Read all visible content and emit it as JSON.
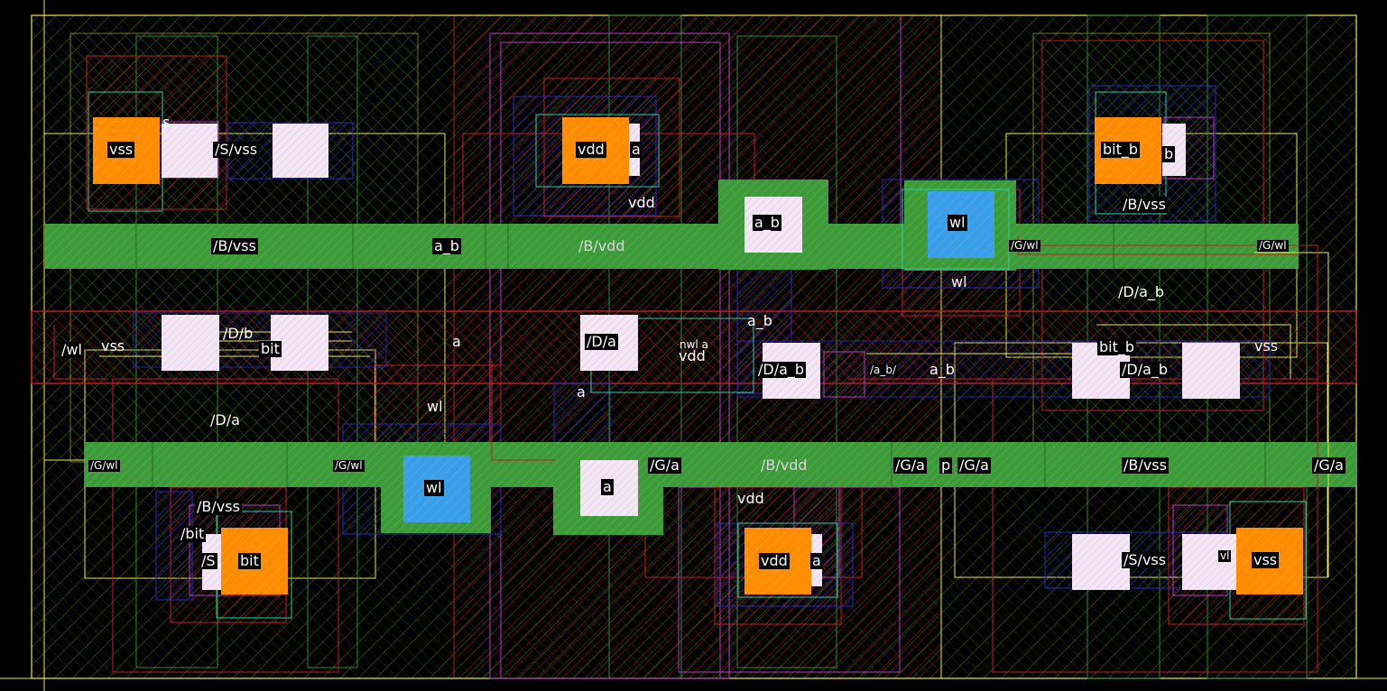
{
  "colors": {
    "background": "#000000",
    "cell_outline": "#e8e84a",
    "nwell": "#2f8a2f",
    "poly": "#c02020",
    "metal1": "#2a2ab8",
    "contact": "#f4e6f4",
    "pin_vss_vdd": "#ff8c00",
    "pin_wl": "#3a9ee8",
    "magenta": "#b040c0",
    "cyan_green": "#2ad0a0"
  },
  "labels": {
    "vss_top_pin": "vss",
    "s_top": "s",
    "s_vss_top": "/S/vss",
    "vdd_top_pin": "vdd",
    "vdd_top_a": "a",
    "vdd_top_text": "vdd",
    "a_b_pin": "a_b",
    "wl_top_pin": "wl",
    "bit_b_pin": "bit_b",
    "b_top": "b",
    "b_vss_top": "/B/vss",
    "b_vss_band1": "/B/vss",
    "a_b_band1": "a_b",
    "b_vdd_band1": "/B/vdd",
    "g_wl_band1": "/G/wl",
    "g_wl_right": "/G/wl",
    "wl_text_top": "wl",
    "d_a_b_upper": "/D/a_b",
    "wl_left": "/wl",
    "vss_left": "vss",
    "d_b_mid": "/D/b",
    "bit_mid": "bit",
    "a_mid": "a",
    "d_a_mid": "/D/a",
    "nwl_a": "nwl a",
    "vdd_mid": "vdd",
    "a_b_mid": "a_b",
    "d_a_b_mid": "/D/a_b",
    "a_b_small": "/a_b/",
    "a_b_mid2": "a_b",
    "bit_b_mid": "bit_b",
    "d_a_b_right": "/D/a_b",
    "vss_right": "vss",
    "d_a_lower": "/D/a",
    "wl_lower": "wl",
    "a_lower": "a",
    "g_wl_band2": "/G/wl",
    "g_wl_band2b": "/G/wl",
    "g_a_band2": "/G/a",
    "b_vdd_band2": "/B/vdd",
    "g_a_band2b": "/G/a",
    "p_band2": "p",
    "g_a_band2c": "/G/a",
    "b_vss_band2": "/B/vss",
    "g_a_band2d": "/G/a",
    "wl_pin_low": "wl",
    "a_pin_low": "a",
    "vdd_low_text": "vdd",
    "b_vss_low": "/B/vss",
    "bit_low_side": "/bit",
    "s_low": "/S",
    "bit_pin_low": "bit",
    "vdd_pin_low": "vdd",
    "vdd_low_a": "a",
    "s_vss_low": "/S/vss",
    "vl_low": "vl",
    "vss_pin_low": "vss"
  }
}
